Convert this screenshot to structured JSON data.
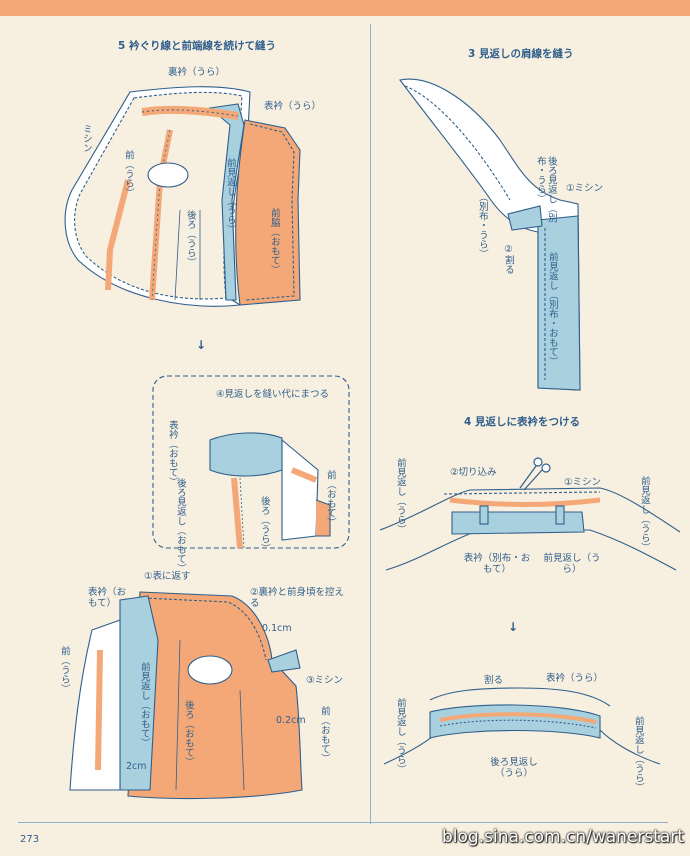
{
  "page_number": "273",
  "watermark": "blog.sina.com.cn/wanerstart",
  "colors": {
    "orange": "#f4a877",
    "blue": "#a9d0de",
    "line": "#2f5f8c",
    "paper": "#f7efdf"
  },
  "step5": {
    "heading": "5 衿ぐり線と前端線を続けて縫う",
    "top": {
      "ura_eri": "裏衿（うら）",
      "omote_eri_ura": "表衿（うら）",
      "mishin": "ミシン",
      "mae_ura": "前（うら）",
      "mae_mikaeshi_ura": "前見返し（うら）",
      "ushiro_ura": "後ろ（うら）",
      "maewaki_omote": "前脇（おもて）"
    },
    "inset": {
      "step4": "④見返しを縫い代にまつる",
      "omote_eri_omote": "表衿（おもて）",
      "ushiro_mikaeshi_omote": "後ろ見返し（おもて）",
      "ushiro_ura": "後ろ（うら）",
      "mae_omote": "前（おもて）"
    },
    "bottom": {
      "step1": "①表に返す",
      "step2": "②裏衿と前身頃を控える",
      "omote_eri_omote": "表衿（おもて）",
      "measure_01": "0.1cm",
      "step3": "③ミシン",
      "mae_ura": "前（うら）",
      "mae_mikaeshi_omote": "前見返し（おもて）",
      "ushiro_omote": "後ろ（おもて）",
      "mae_omote": "前（おもて）",
      "measure_02": "0.2cm",
      "measure_2": "2cm"
    }
  },
  "step3": {
    "heading": "3 見返しの肩線を縫う",
    "ushiro_mikaeshi": "後ろ見返し（別布・うら）",
    "mishin1": "①ミシン",
    "betsu_ura": "（別布・うら）",
    "waru2": "②割る",
    "mae_mikaeshi": "前見返し（別布・おもて）"
  },
  "step4": {
    "heading": "4 見返しに表衿をつける",
    "kirikomi": "②切り込み",
    "mishin1": "①ミシン",
    "mae_mikaeshi_ura_l": "前見返し（うら）",
    "mae_mikaeshi_ura_r": "前見返し（うら）",
    "omote_eri": "表衿（別布・おもて）",
    "mae_mikaeshi_ura_c": "前見返し（うら）",
    "bottom": {
      "waru": "割る",
      "omote_eri_ura": "表衿（うら）",
      "mae_mikaeshi_ura_l": "前見返し（うら）",
      "mae_mikaeshi_ura_r": "前見返し（うら）",
      "ushiro_mikaeshi_ura": "後ろ見返し（うら）"
    }
  },
  "arrows": {
    "down": "↓"
  }
}
